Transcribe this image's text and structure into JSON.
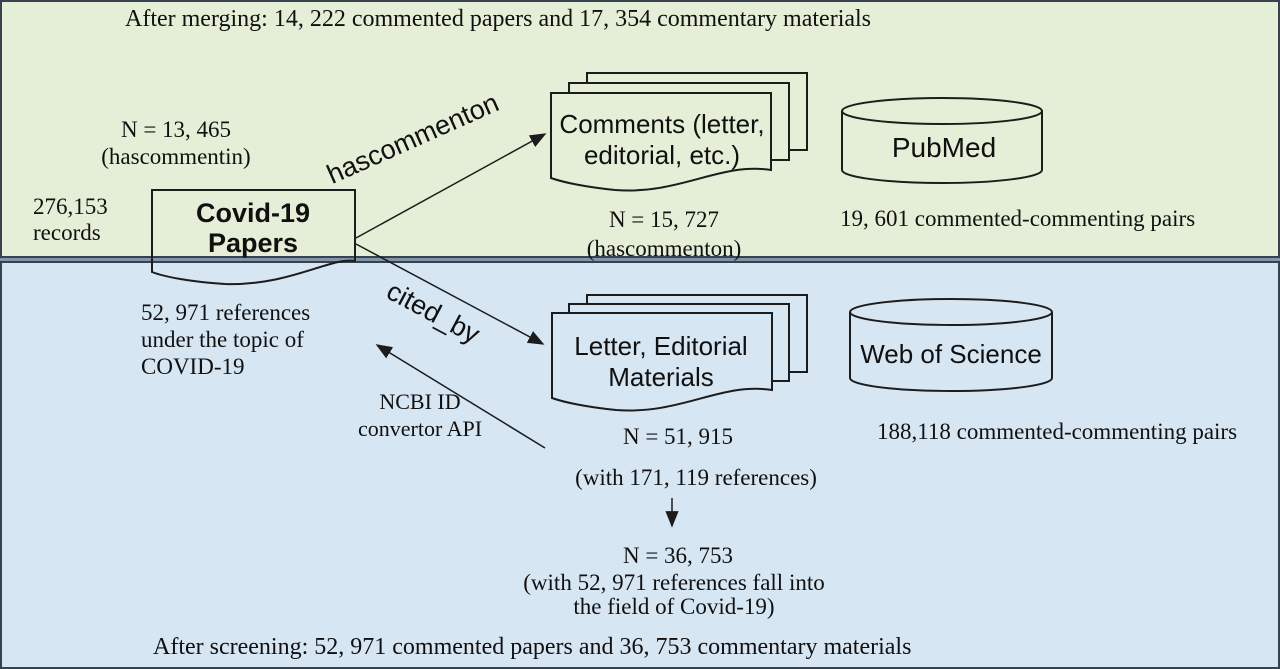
{
  "figure": {
    "top_banner": "After merging: 14, 222 commented papers and 17, 354 commentary materials",
    "bottom_banner": "After screening: 52, 971 commented papers and 36, 753 commentary materials"
  },
  "records": {
    "line1": "276,153",
    "line2": "records"
  },
  "covid_box": {
    "title_line1": "Covid-19",
    "title_line2": "Papers",
    "count": "N = 13, 465",
    "tag": "(hascommentin)"
  },
  "edges": {
    "hascommenton_label": "hascommenton",
    "cited_by_label": "cited_by",
    "ncbi_line1": "NCBI ID",
    "ncbi_line2": "convertor API"
  },
  "comments_doc": {
    "title_line1": "Comments (letter,",
    "title_line2": "editorial, etc.)",
    "count": "N = 15, 727",
    "tag": "(hascommenton)"
  },
  "pubmed": {
    "label": "PubMed",
    "pairs": "19, 601 commented-commenting pairs"
  },
  "references_note": {
    "line1": "52, 971 references",
    "line2": "under the topic of",
    "line3": "COVID-19"
  },
  "letter_doc": {
    "title_line1": "Letter, Editorial",
    "title_line2": "Materials",
    "count": "N = 51, 915",
    "detail": "(with 171, 119 references)"
  },
  "wos": {
    "label": "Web of Science",
    "pairs": "188,118 commented-commenting pairs"
  },
  "screened": {
    "count": "N = 36, 753",
    "detail_line1": "(with 52, 971 references fall into",
    "detail_line2": "the field of Covid-19)"
  },
  "colors": {
    "merging_region_bg": "#e5eed6",
    "screening_region_bg": "#d7e6f3",
    "region_border": "#36434f",
    "divider": "#8095a9",
    "shape_stroke": "#1c1c1c",
    "text": "#101010"
  }
}
